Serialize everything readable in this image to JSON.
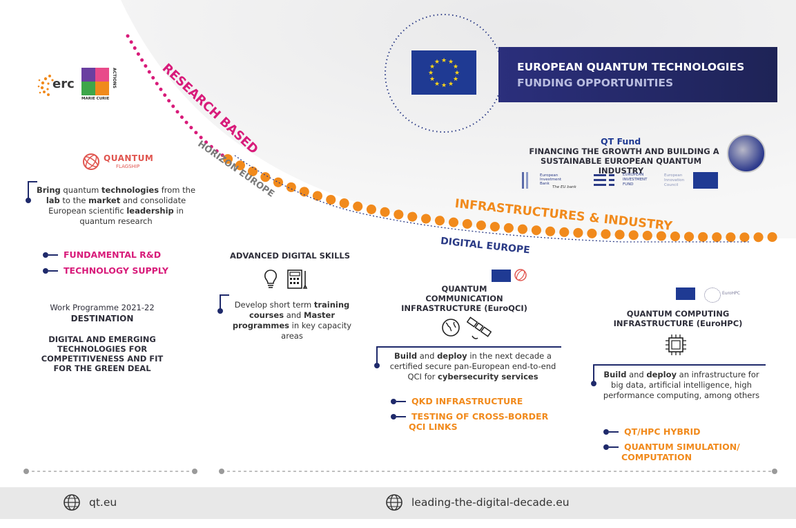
{
  "header": {
    "title_line1": "EUROPEAN QUANTUM TECHNOLOGIES",
    "title_line2": "FUNDING OPPORTUNITIES"
  },
  "qt_fund": {
    "title": "QT Fund",
    "line1": "FINANCING THE GROWTH AND BUILDING A",
    "line2": "SUSTAINABLE EUROPEAN QUANTUM INDUSTRY",
    "eib_line1": "European",
    "eib_line2": "Investment",
    "eib_line3": "Bank",
    "eib_tag": "The EU bank",
    "eif_line1": "EUROPEAN",
    "eif_line2": "INVESTMENT",
    "eif_line3": "FUND",
    "eic_line1": "European",
    "eic_line2": "Innovation",
    "eic_line3": "Council"
  },
  "curve_labels": {
    "research_based": "RESEARCH BASED",
    "horizon_europe": "HORIZON EUROPE",
    "infrastructures": "INFRASTRUCTURES & INDUSTRY",
    "digital_europe": "DIGITAL EUROPE"
  },
  "logos": {
    "erc": "erc",
    "marie_curie": "MARIE CURIE",
    "actions": "ACTIONS",
    "quantum": "QUANTUM",
    "flagship": "FLAGSHIP",
    "eurohpc": "EuroHPC"
  },
  "left": {
    "para_parts": [
      "Bring",
      " quantum ",
      "technologies",
      " from the ",
      "lab",
      " to the ",
      "market",
      " and consolidate European scientific ",
      "leadership",
      " in quantum research"
    ],
    "bullets": [
      "FUNDAMENTAL R&D",
      "TECHNOLOGY SUPPLY"
    ],
    "wp_line1": "Work Programme 2021-22",
    "wp_line2": "DESTINATION",
    "dest_lines": [
      "DIGITAL AND EMERGING",
      "TECHNOLOGIES FOR",
      "COMPETITIVENESS AND FIT",
      "FOR THE GREEN DEAL"
    ]
  },
  "skills": {
    "title": "ADVANCED DIGITAL SKILLS",
    "para_parts": [
      "Develop short term ",
      "training courses",
      " and ",
      "Master programmes",
      " in key capacity areas"
    ]
  },
  "euroqci": {
    "title_lines": [
      "QUANTUM",
      "COMMUNICATION",
      "INFRASTRUCTURE (EuroQCI)"
    ],
    "para_parts": [
      "Build",
      " and ",
      "deploy",
      " in the next decade a certified secure pan-European end-to-end QCI for ",
      "cybersecurity services"
    ],
    "bullets": [
      "QKD INFRASTRUCTURE",
      "TESTING OF CROSS-BORDER",
      "QCI LINKS"
    ]
  },
  "eurohpc": {
    "title_lines": [
      "QUANTUM COMPUTING",
      "INFRASTRUCTURE (EuroHPC)"
    ],
    "para_parts": [
      "Build",
      " and ",
      "deploy",
      " an infrastructure for big data, artificial intelligence, high performance computing, among others"
    ],
    "bullets": [
      "QT/HPC HYBRID",
      "QUANTUM SIMULATION/",
      "COMPUTATION"
    ]
  },
  "footer": {
    "left_url": "qt.eu",
    "right_url": "leading-the-digital-decade.eu"
  },
  "colors": {
    "navy": "#1f2a6b",
    "pink": "#d81b7a",
    "orange": "#f18a1c",
    "eu_blue": "#1f3a93",
    "eu_star": "#ffd617"
  }
}
